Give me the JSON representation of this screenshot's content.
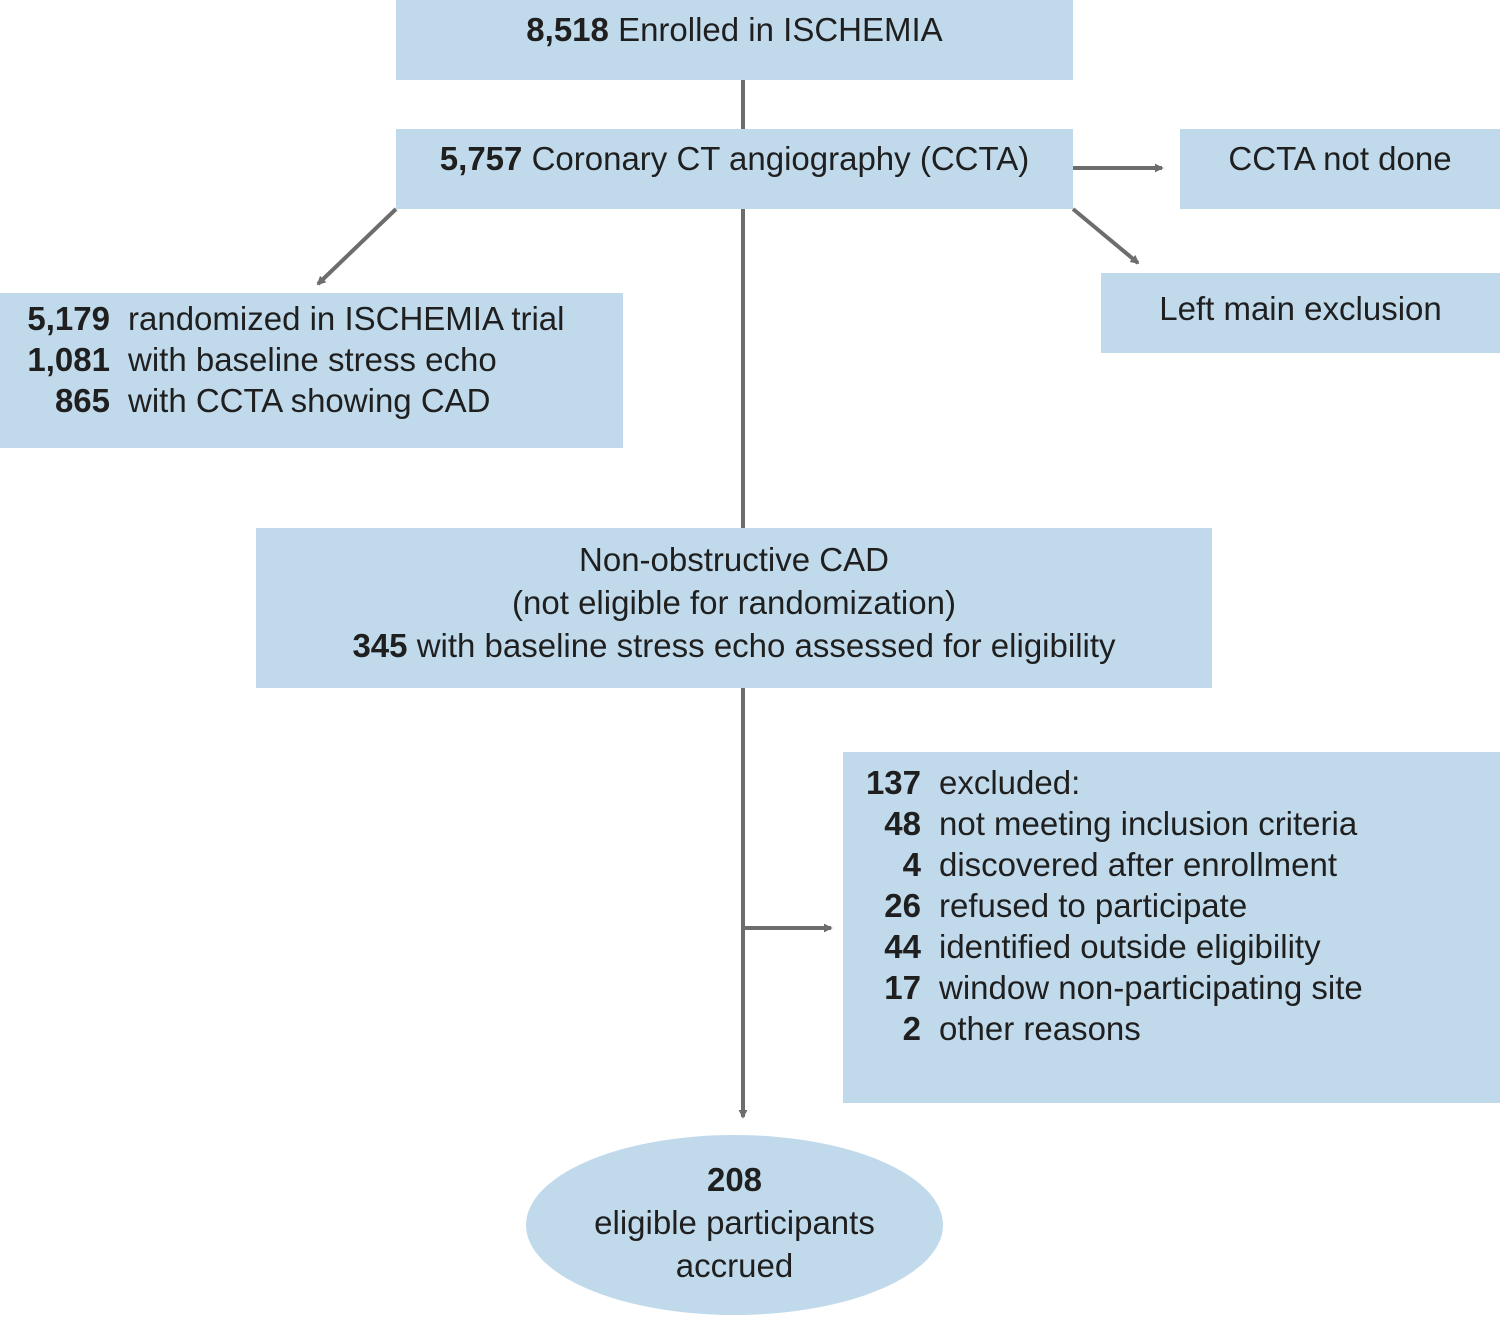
{
  "colors": {
    "box_fill": "#c0daec",
    "connector": "#6d6d6d",
    "text": "#1f1f1f"
  },
  "enrolled": {
    "count": "8,518",
    "label": "Enrolled in ISCHEMIA"
  },
  "ccta": {
    "count": "5,757",
    "label": "Coronary CT angiography (CCTA)"
  },
  "ccta_not_done": {
    "label": "CCTA not done"
  },
  "left_main": {
    "label": "Left main exclusion"
  },
  "randomized": {
    "rows": [
      {
        "count": "5,179",
        "label": "randomized in ISCHEMIA trial"
      },
      {
        "count": "1,081",
        "label": "with baseline stress echo"
      },
      {
        "count": "865",
        "label": "with CCTA showing CAD"
      }
    ]
  },
  "nonobstructive": {
    "line1": "Non-obstructive CAD",
    "line2": "(not eligible for randomization)",
    "count": "345",
    "line3": "with baseline stress echo assessed for eligibility"
  },
  "excluded": {
    "rows": [
      {
        "count": "137",
        "label": "excluded:"
      },
      {
        "count": "48",
        "label": "not meeting inclusion criteria"
      },
      {
        "count": "4",
        "label": "discovered after enrollment"
      },
      {
        "count": "26",
        "label": "refused to participate"
      },
      {
        "count": "44",
        "label": "identified outside eligibility"
      },
      {
        "count": "17",
        "label": "window non-participating site"
      },
      {
        "count": "2",
        "label": "other reasons"
      }
    ]
  },
  "eligible": {
    "count": "208",
    "line1": "eligible participants",
    "line2": "accrued"
  }
}
